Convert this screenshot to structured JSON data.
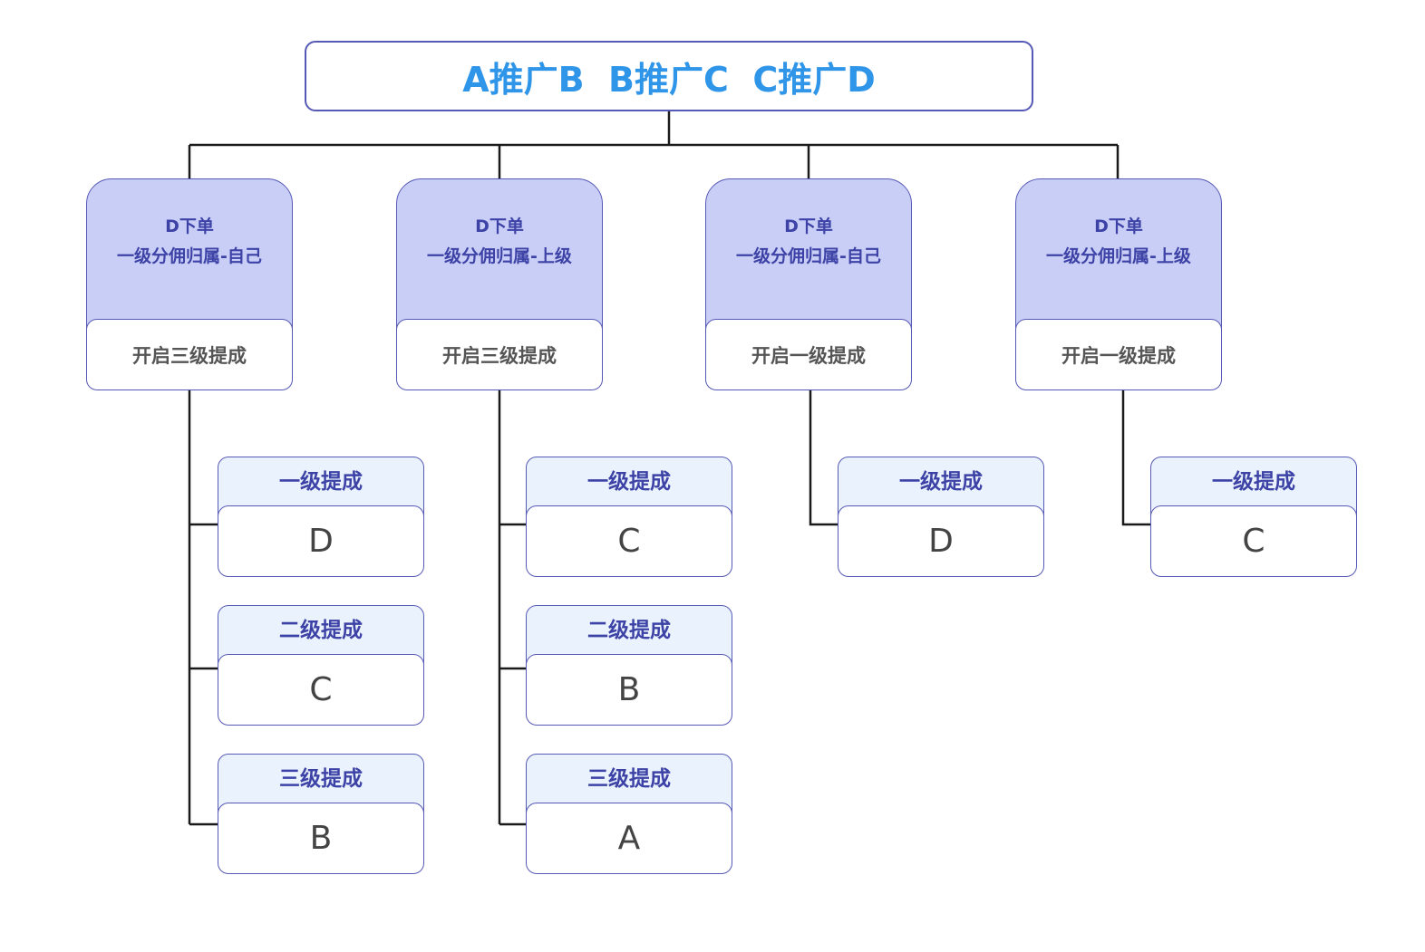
{
  "root": {
    "title": "A推广B  B推广C  C推广D"
  },
  "branches": [
    {
      "line1": "D下单",
      "line2": "一级分佣归属-自己",
      "mode": "开启三级提成",
      "items": [
        {
          "level": "一级提成",
          "person": "D"
        },
        {
          "level": "二级提成",
          "person": "C"
        },
        {
          "level": "三级提成",
          "person": "B"
        }
      ]
    },
    {
      "line1": "D下单",
      "line2": "一级分佣归属-上级",
      "mode": "开启三级提成",
      "items": [
        {
          "level": "一级提成",
          "person": "C"
        },
        {
          "level": "二级提成",
          "person": "B"
        },
        {
          "level": "三级提成",
          "person": "A"
        }
      ]
    },
    {
      "line1": "D下单",
      "line2": "一级分佣归属-自己",
      "mode": "开启一级提成",
      "items": [
        {
          "level": "一级提成",
          "person": "D"
        }
      ]
    },
    {
      "line1": "D下单",
      "line2": "一级分佣归属-上级",
      "mode": "开启一级提成",
      "items": [
        {
          "level": "一级提成",
          "person": "C"
        }
      ]
    }
  ]
}
